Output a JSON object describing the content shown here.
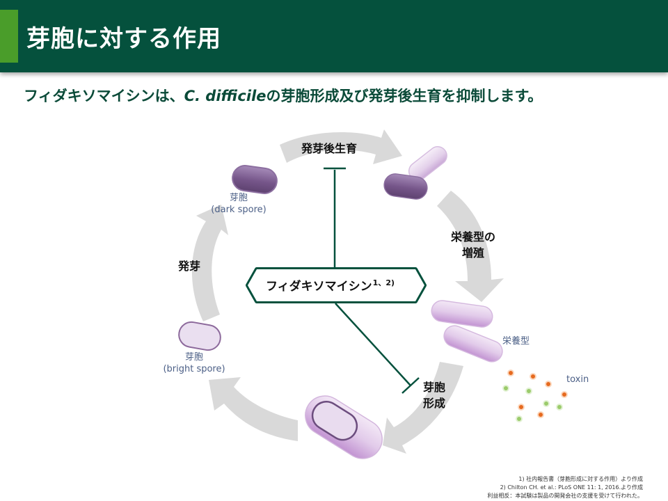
{
  "header": {
    "title": "芽胞に対する作用"
  },
  "subtitle": {
    "before": "フィダキソマイシンは、",
    "organism": "C. difficile",
    "after": "の芽胞形成及び発芽後生育を抑制します。"
  },
  "diagram": {
    "drug": {
      "name": "フィダキソマイシン",
      "refs": "1、2)"
    },
    "stages": {
      "outgrowth": "発芽後生育",
      "vegetative_growth_line1": "栄養型の",
      "vegetative_growth_line2": "増殖",
      "sporulation_line1": "芽胞",
      "sporulation_line2": "形成",
      "germination": "発芽"
    },
    "cells": {
      "dark_spore_line1": "芽胞",
      "dark_spore_line2": "(dark spore)",
      "bright_spore_line1": "芽胞",
      "bright_spore_line2": "(bright spore)",
      "vegetative": "栄養型",
      "toxin": "toxin"
    },
    "colors": {
      "arrow": "#d9d9d9",
      "inhibition_line": "#05513d",
      "cell_dark": "#7b5a8c",
      "cell_light": "#e6d4ec",
      "toxin_orange": "#e66a1f",
      "toxin_green": "#9bcb6b"
    }
  },
  "references": [
    "1) 社内報告書（芽胞形成に対する作用）より作成",
    "2) Chilton CH. et al.: PLoS ONE 11: 1, 2016.より作成",
    "利益相反：本試験は製品の開発会社の支援を受けて行われた。"
  ]
}
